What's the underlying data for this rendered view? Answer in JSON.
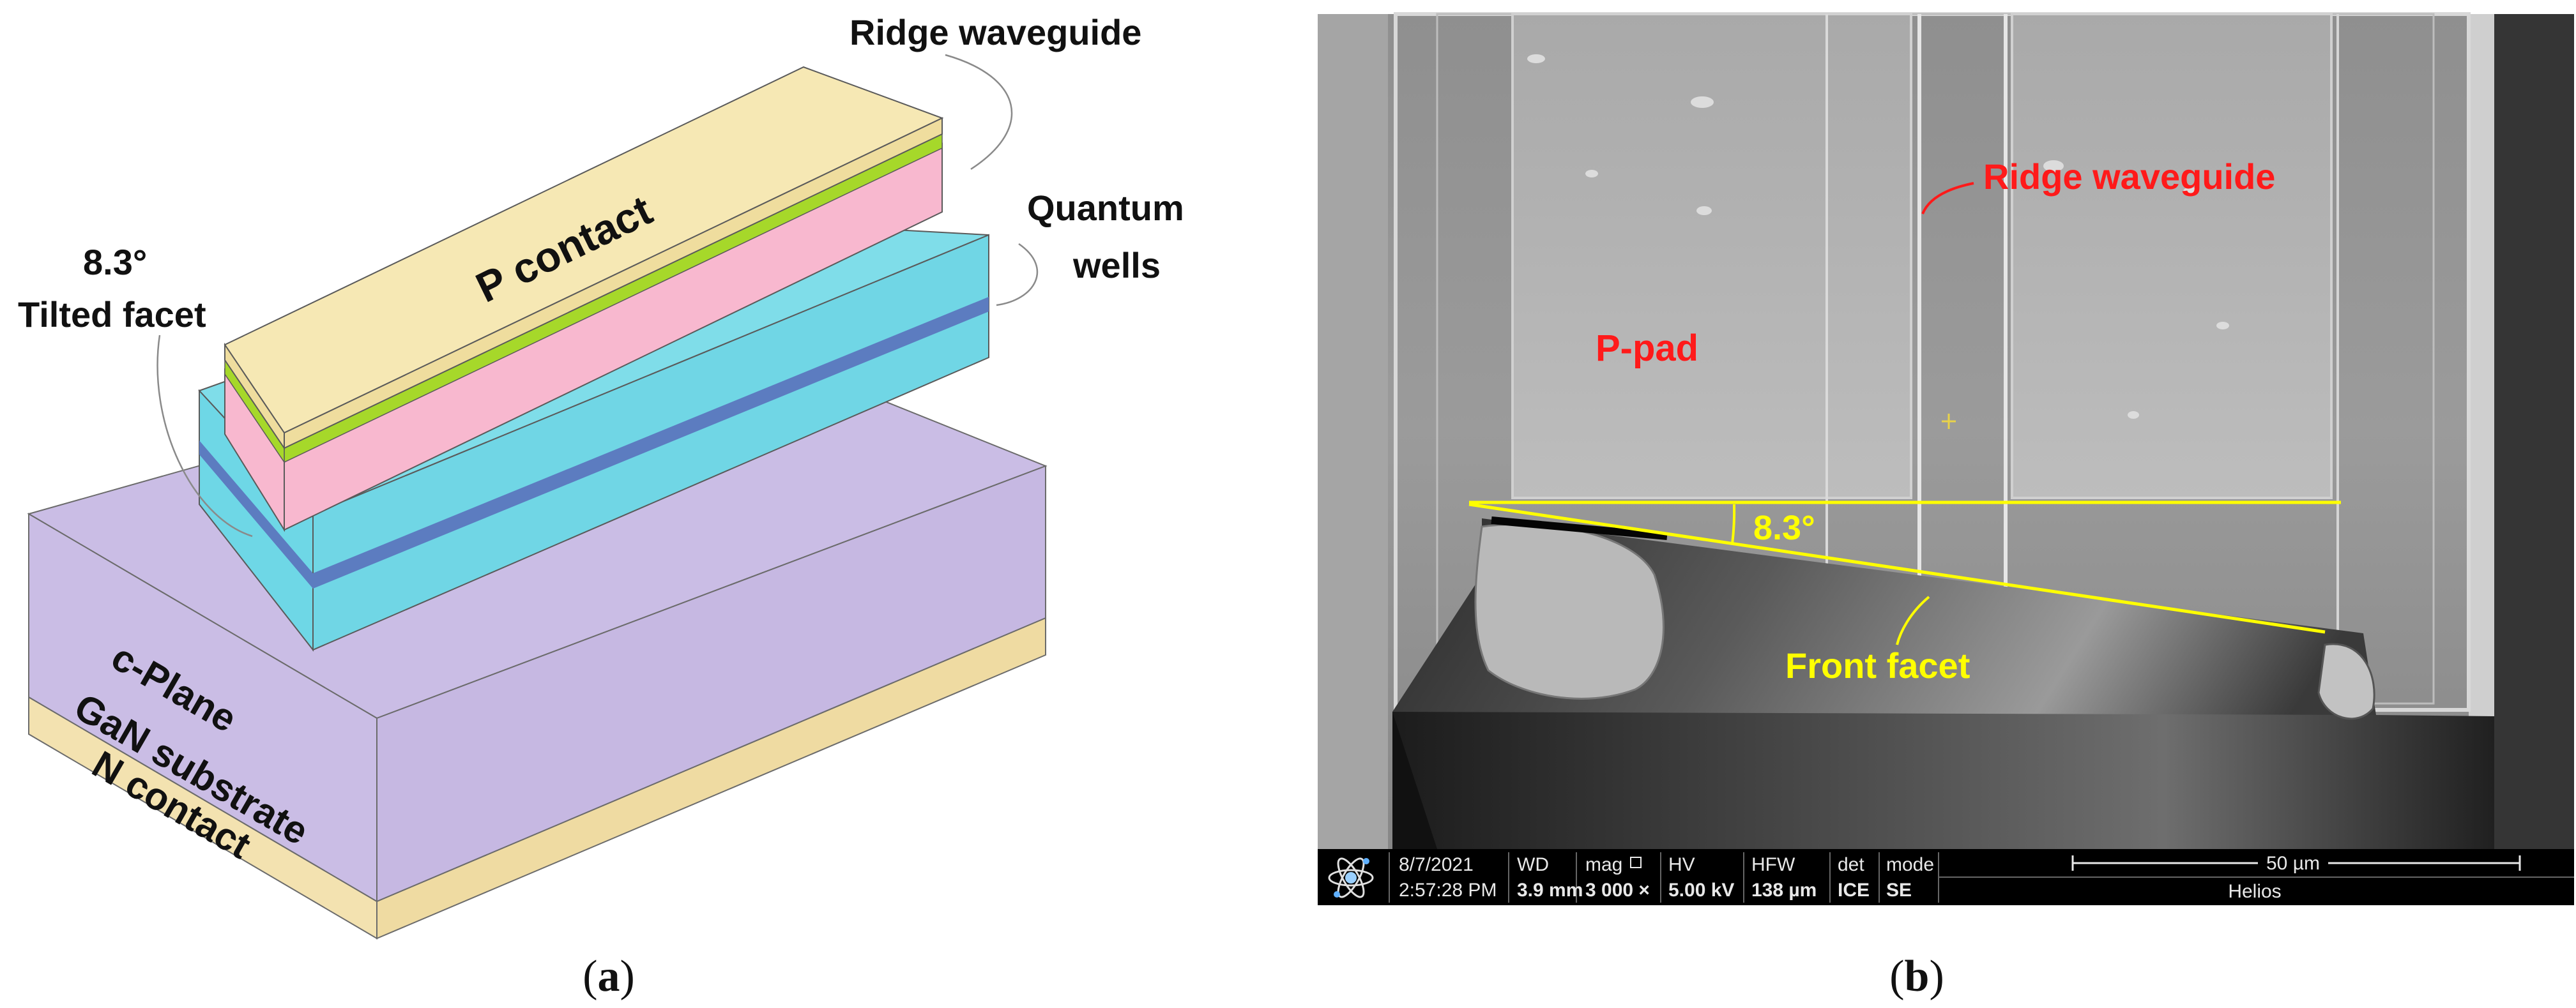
{
  "panel_a": {
    "caption_letter": "a",
    "labels": {
      "ridge_waveguide": "Ridge waveguide",
      "p_contact": "P contact",
      "quantum_wells_1": "Quantum",
      "quantum_wells_2": "wells",
      "tilt_angle": "8.3°",
      "tilted_facet": "Tilted facet",
      "substrate_1": "c-Plane",
      "substrate_2": "GaN substrate",
      "n_contact": "N contact"
    },
    "colors": {
      "p_contact": "#f6e8b4",
      "green_layer": "#a6d82a",
      "pink_layer": "#f8b8cf",
      "cyan_layer": "#6ed7e6",
      "quantum_wells": "#5c7cc0",
      "substrate": "#cabde5",
      "n_contact": "#f3e2b0"
    }
  },
  "panel_b": {
    "caption_letter": "b",
    "labels": {
      "ridge_waveguide": "Ridge waveguide",
      "p_pad": "P-pad",
      "angle": "8.3°",
      "front_facet": "Front facet"
    },
    "info_bar": {
      "date": "8/7/2021",
      "time": "2:57:28 PM",
      "wd_label": "WD",
      "wd_value": "3.9 mm",
      "mag_label": "mag",
      "mag_value": "3 000 ×",
      "hv_label": "HV",
      "hv_value": "5.00 kV",
      "hfw_label": "HFW",
      "hfw_value": "138 µm",
      "det_label": "det",
      "det_value": "ICE",
      "mode_label": "mode",
      "mode_value": "SE",
      "scale_label": "50 µm",
      "instrument": "Helios"
    },
    "colors": {
      "label_red": "#ff1a1a",
      "label_yellow": "#ffff00"
    }
  }
}
